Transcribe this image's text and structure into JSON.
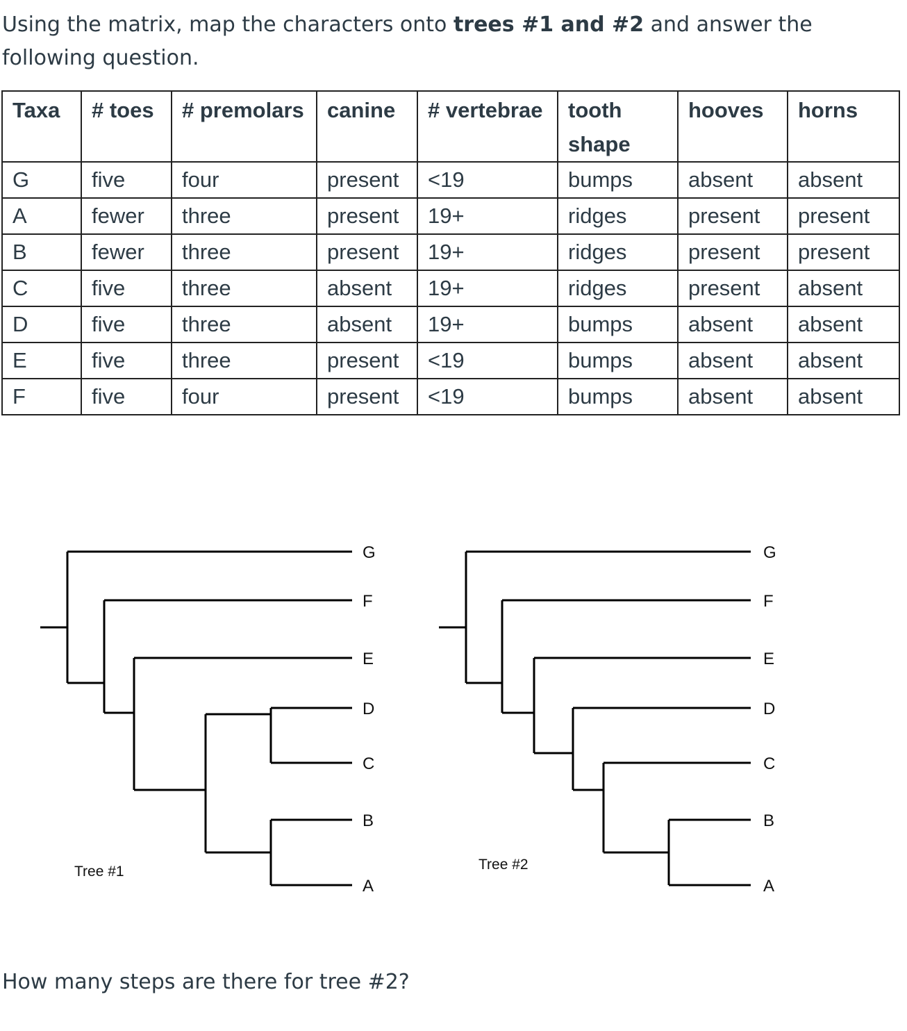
{
  "intro": {
    "part1": "Using the matrix, map the characters onto ",
    "bold": "trees #1 and #2",
    "part2": " and answer the following question."
  },
  "matrix": {
    "headers": [
      "Taxa",
      "# toes",
      "# premolars",
      "canine",
      "# vertebrae",
      "tooth shape",
      "hooves",
      "horns"
    ],
    "rows": [
      [
        "G",
        "five",
        "four",
        "present",
        "<19",
        "bumps",
        "absent",
        "absent"
      ],
      [
        "A",
        "fewer",
        "three",
        "present",
        "19+",
        "ridges",
        "present",
        "present"
      ],
      [
        "B",
        "fewer",
        "three",
        "present",
        "19+",
        "ridges",
        "present",
        "present"
      ],
      [
        "C",
        "five",
        "three",
        "absent",
        "19+",
        "ridges",
        "present",
        "absent"
      ],
      [
        "D",
        "five",
        "three",
        "absent",
        "19+",
        "bumps",
        "absent",
        "absent"
      ],
      [
        "E",
        "five",
        "three",
        "present",
        "<19",
        "bumps",
        "absent",
        "absent"
      ],
      [
        "F",
        "five",
        "four",
        "present",
        "<19",
        "bumps",
        "absent",
        "absent"
      ]
    ]
  },
  "trees": [
    {
      "label": "Tree #1",
      "tips": [
        "G",
        "F",
        "E",
        "D",
        "C",
        "B",
        "A"
      ],
      "topology": "(G,(F,(E,((D,C),(B,A)))))"
    },
    {
      "label": "Tree #2",
      "tips": [
        "G",
        "F",
        "E",
        "D",
        "C",
        "B",
        "A"
      ],
      "topology": "(G,(F,(E,(D,(C,(B,A))))))"
    }
  ],
  "question": "How many steps are there for tree #2?"
}
